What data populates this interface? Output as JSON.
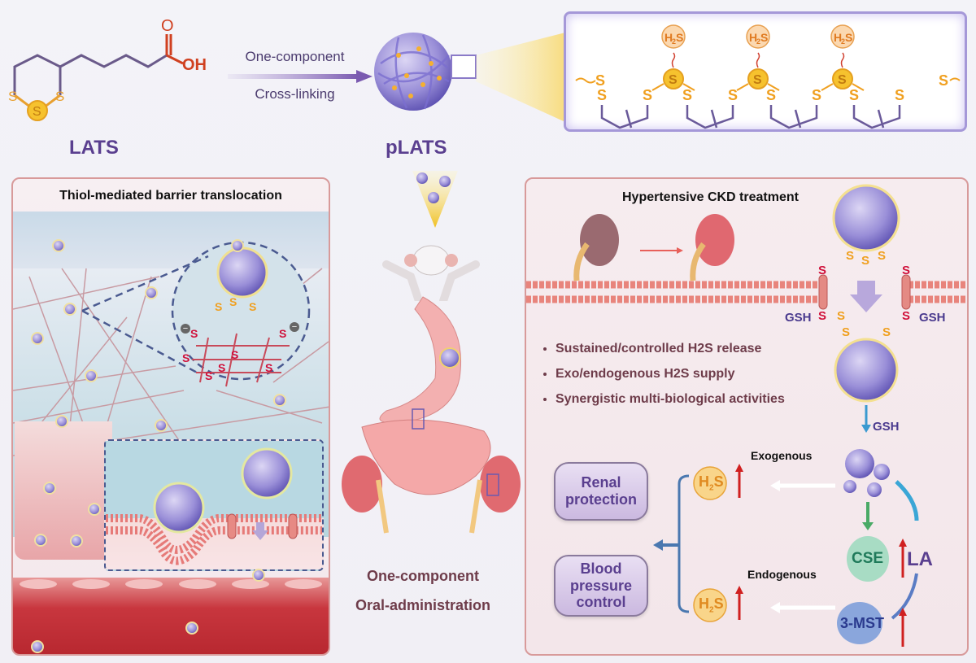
{
  "top": {
    "monomer_label": "LATS",
    "monomer_groups": {
      "carbonyl_o": "O",
      "hydroxyl": "OH",
      "sulfur": "S"
    },
    "arrow_label_top": "One-component",
    "arrow_label_bottom": "Cross-linking",
    "polymer_label": "pLATS",
    "zoom_chain": {
      "h2s_label": "H2S",
      "h2s_main": "H",
      "h2s_sub": "2",
      "h2s_tail": "S",
      "sulfur": "S"
    }
  },
  "left_panel": {
    "title": "Thiol-mediated barrier translocation",
    "sulfur": "S",
    "thiolate_symbol": "−"
  },
  "center": {
    "caption_line1": "One-component",
    "caption_line2": "Oral-administration"
  },
  "right_panel": {
    "title": "Hypertensive CKD treatment",
    "gsh": "GSH",
    "sulfur": "S",
    "bullets": [
      "Sustained/controlled H2S release",
      "Exo/endogenous H2S supply",
      "Synergistic multi-biological activities"
    ],
    "gsh_arrow_label": "GSH",
    "exogenous_label": "Exogenous",
    "endogenous_label": "Endogenous",
    "h2s_main": "H",
    "h2s_sub": "2",
    "h2s_tail": "S",
    "outcomes": [
      "Renal protection",
      "Blood pressure control"
    ],
    "enzymes": [
      "CSE",
      "3-MST"
    ],
    "metabolite": "LA"
  },
  "colors": {
    "purple_text": "#5a3f8f",
    "sulfur_orange": "#f0a020",
    "thiol_red": "#d0103a",
    "panel_border": "#d89a9a",
    "arrow_red": "#d02020",
    "gsh_blue": "#3a9ad0"
  }
}
